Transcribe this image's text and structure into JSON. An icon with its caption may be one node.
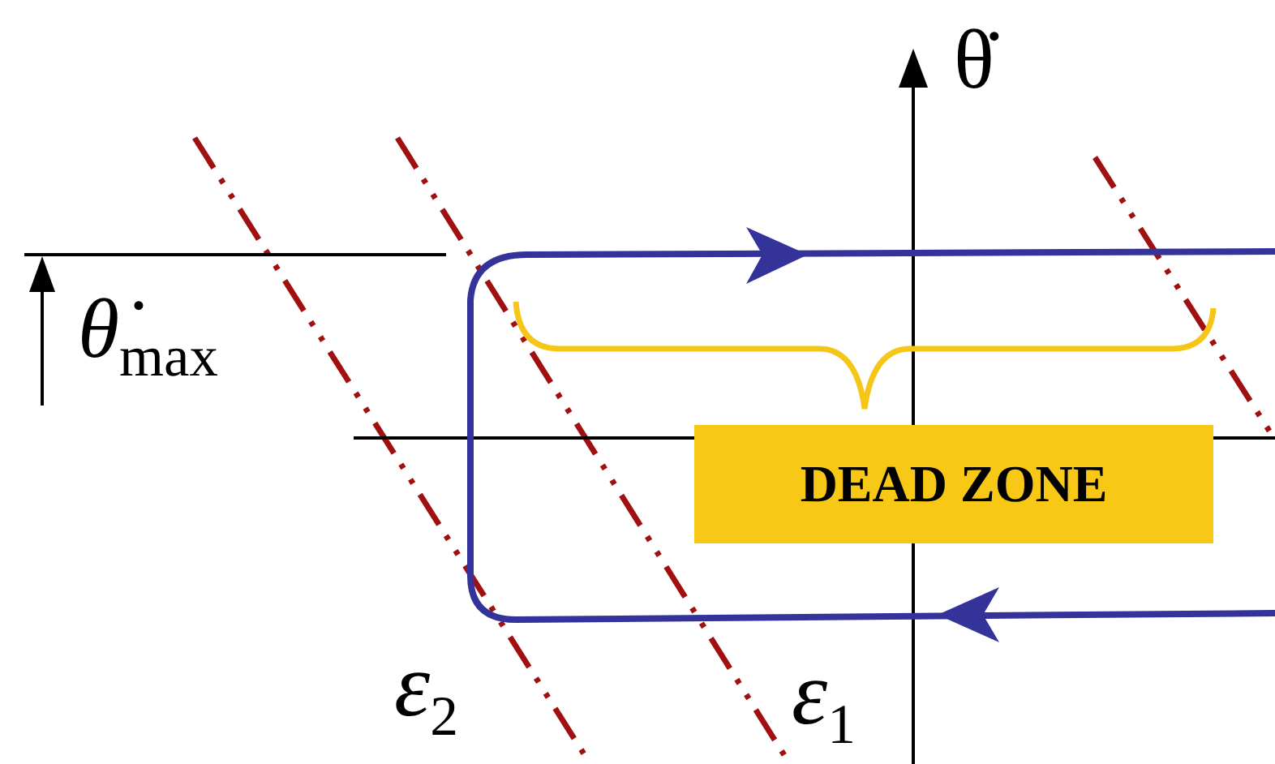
{
  "diagram": {
    "nodes": [
      {
        "text": [
          "DEAD ZONE"
        ]
      }
    ],
    "edges": [],
    "labels": [
      "θ̇",
      "θ̇$_{max}$",
      "ε$_{2}$",
      "ε$_{1}$"
    ]
  }
}
